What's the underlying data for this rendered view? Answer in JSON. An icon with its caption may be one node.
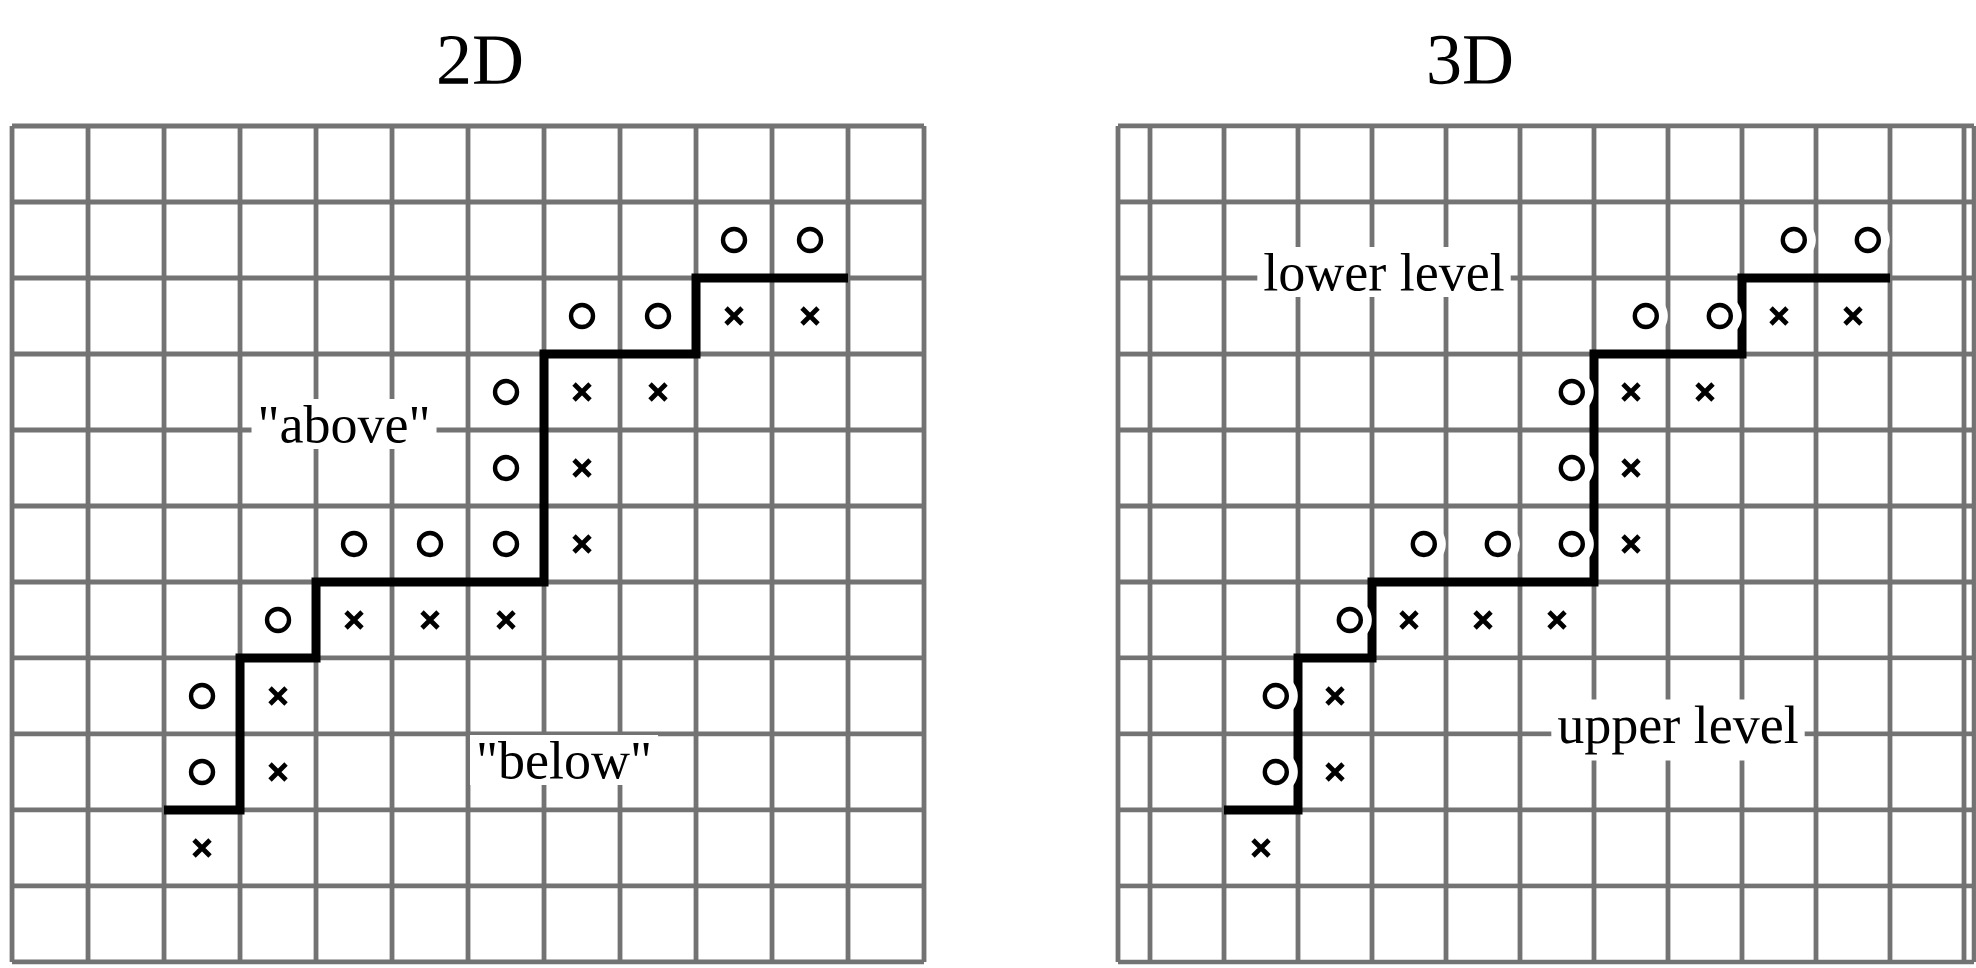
{
  "diagram": {
    "labels": [
      "2D",
      "3D",
      "\"above\"",
      "\"below\"",
      "lower level",
      "upper level"
    ]
  }
}
